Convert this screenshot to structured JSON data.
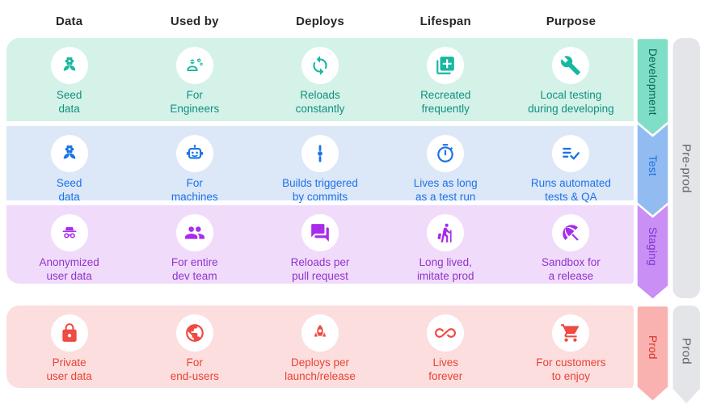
{
  "header": {
    "columns": [
      "Data",
      "Used by",
      "Deploys",
      "Lifespan",
      "Purpose"
    ]
  },
  "rows": [
    {
      "name": "development",
      "stage_label": "Development",
      "colors": {
        "bg": "#d5f2e8",
        "text": "#0f9180",
        "icon": "#17b8a2",
        "ribbon": "#7fdec6",
        "ribbon_text": "#0a6554"
      },
      "cells": [
        {
          "icon": "seed-icon",
          "label": "Seed\ndata"
        },
        {
          "icon": "engineer-icon",
          "label": "For\nEngineers"
        },
        {
          "icon": "sync-icon",
          "label": "Reloads\nconstantly"
        },
        {
          "icon": "library-add-icon",
          "label": "Recreated\nfrequently"
        },
        {
          "icon": "wrench-icon",
          "label": "Local testing\nduring developing"
        }
      ]
    },
    {
      "name": "test",
      "stage_label": "Test",
      "colors": {
        "bg": "#dce7f8",
        "text": "#1a73e8",
        "icon": "#1a73e8",
        "ribbon": "#92bbf2",
        "ribbon_text": "#1a6fe0"
      },
      "cells": [
        {
          "icon": "seed-icon",
          "label": "Seed\ndata"
        },
        {
          "icon": "robot-icon",
          "label": "For\nmachines"
        },
        {
          "icon": "commit-icon",
          "label": "Builds triggered\nby commits"
        },
        {
          "icon": "timer-icon",
          "label": "Lives as long\nas a test run"
        },
        {
          "icon": "checklist-icon",
          "label": "Runs automated\ntests & QA"
        }
      ]
    },
    {
      "name": "staging",
      "stage_label": "Staging",
      "colors": {
        "bg": "#f1dbfb",
        "text": "#8f35cc",
        "icon": "#a72ceb",
        "ribbon": "#c98ff5",
        "ribbon_text": "#8133d1"
      },
      "cells": [
        {
          "icon": "incognito-icon",
          "label": "Anonymized\nuser data"
        },
        {
          "icon": "group-icon",
          "label": "For entire\ndev team"
        },
        {
          "icon": "forum-icon",
          "label": "Reloads per\npull request"
        },
        {
          "icon": "hiking-icon",
          "label": "Long lived,\nimitate prod"
        },
        {
          "icon": "umbrella-icon",
          "label": "Sandbox for\na release"
        }
      ]
    },
    {
      "name": "prod",
      "stage_label": "Prod",
      "colors": {
        "bg": "#fcdede",
        "text": "#e94235",
        "icon": "#ee4b42",
        "ribbon": "#f9b2b0",
        "ribbon_text": "#d93025"
      },
      "cells": [
        {
          "icon": "lock-icon",
          "label": "Private\nuser data"
        },
        {
          "icon": "globe-icon",
          "label": "For\nend-users"
        },
        {
          "icon": "rocket-icon",
          "label": "Deploys per\nlaunch/release"
        },
        {
          "icon": "infinity-icon",
          "label": "Lives\nforever"
        },
        {
          "icon": "cart-icon",
          "label": "For customers\nto enjoy"
        }
      ]
    }
  ],
  "groups": [
    {
      "label": "Pre-prod"
    },
    {
      "label": "Prod"
    }
  ],
  "group_colors": {
    "bg": "#e4e5e9",
    "text": "#5f6368"
  }
}
